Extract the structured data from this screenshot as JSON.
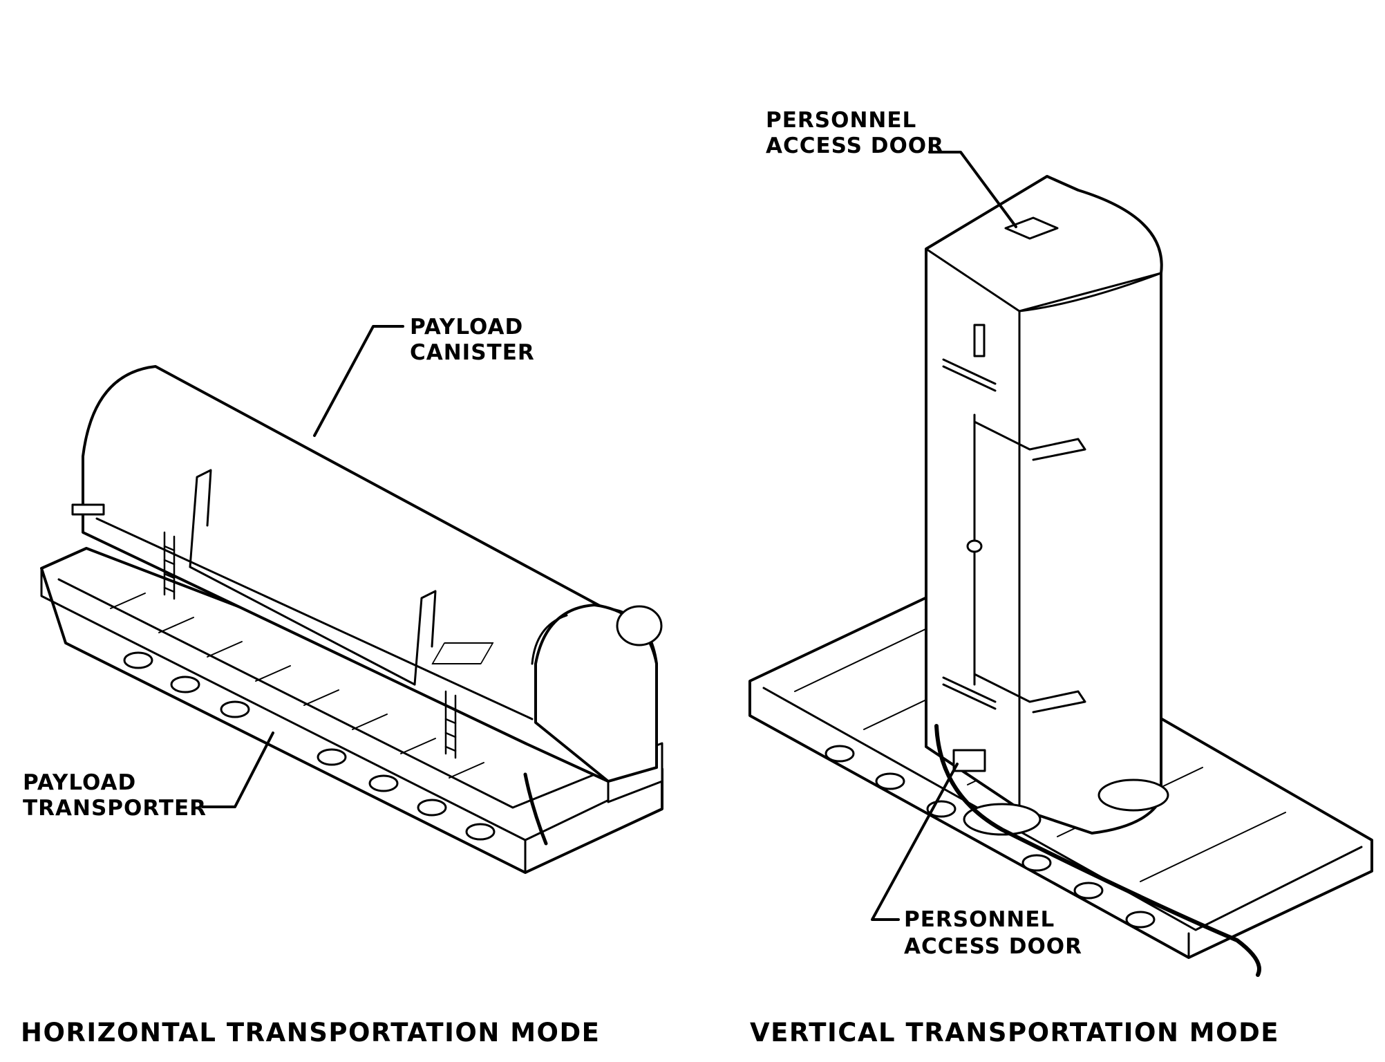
{
  "labels": {
    "personnel_access_door_top_line1": "PERSONNEL",
    "personnel_access_door_top_line2": "ACCESS DOOR",
    "payload_canister_line1": "PAYLOAD",
    "payload_canister_line2": "CANISTER",
    "payload_transporter_line1": "PAYLOAD",
    "payload_transporter_line2": "TRANSPORTER",
    "personnel_access_door_bottom_line1": "PERSONNEL",
    "personnel_access_door_bottom_line2": "ACCESS DOOR"
  },
  "captions": {
    "horizontal": "HORIZONTAL TRANSPORTATION MODE",
    "vertical": "VERTICAL TRANSPORTATION MODE"
  }
}
